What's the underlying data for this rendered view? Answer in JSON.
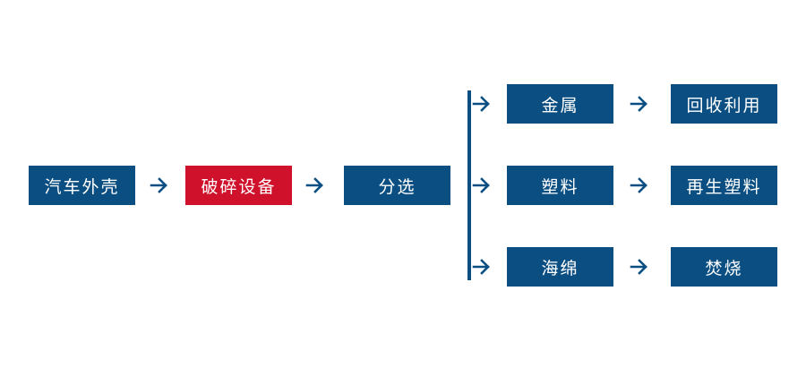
{
  "colors": {
    "primary": "#0b4f82",
    "highlight": "#d0112b",
    "background": "#ffffff",
    "text": "#ffffff"
  },
  "nodes": {
    "car_shell": "汽车外壳",
    "crushing_equipment": "破碎设备",
    "sorting": "分选",
    "metal": "金属",
    "plastic": "塑料",
    "sponge": "海绵",
    "recycle": "回收利用",
    "recycled_plastic": "再生塑料",
    "incineration": "焚烧"
  }
}
